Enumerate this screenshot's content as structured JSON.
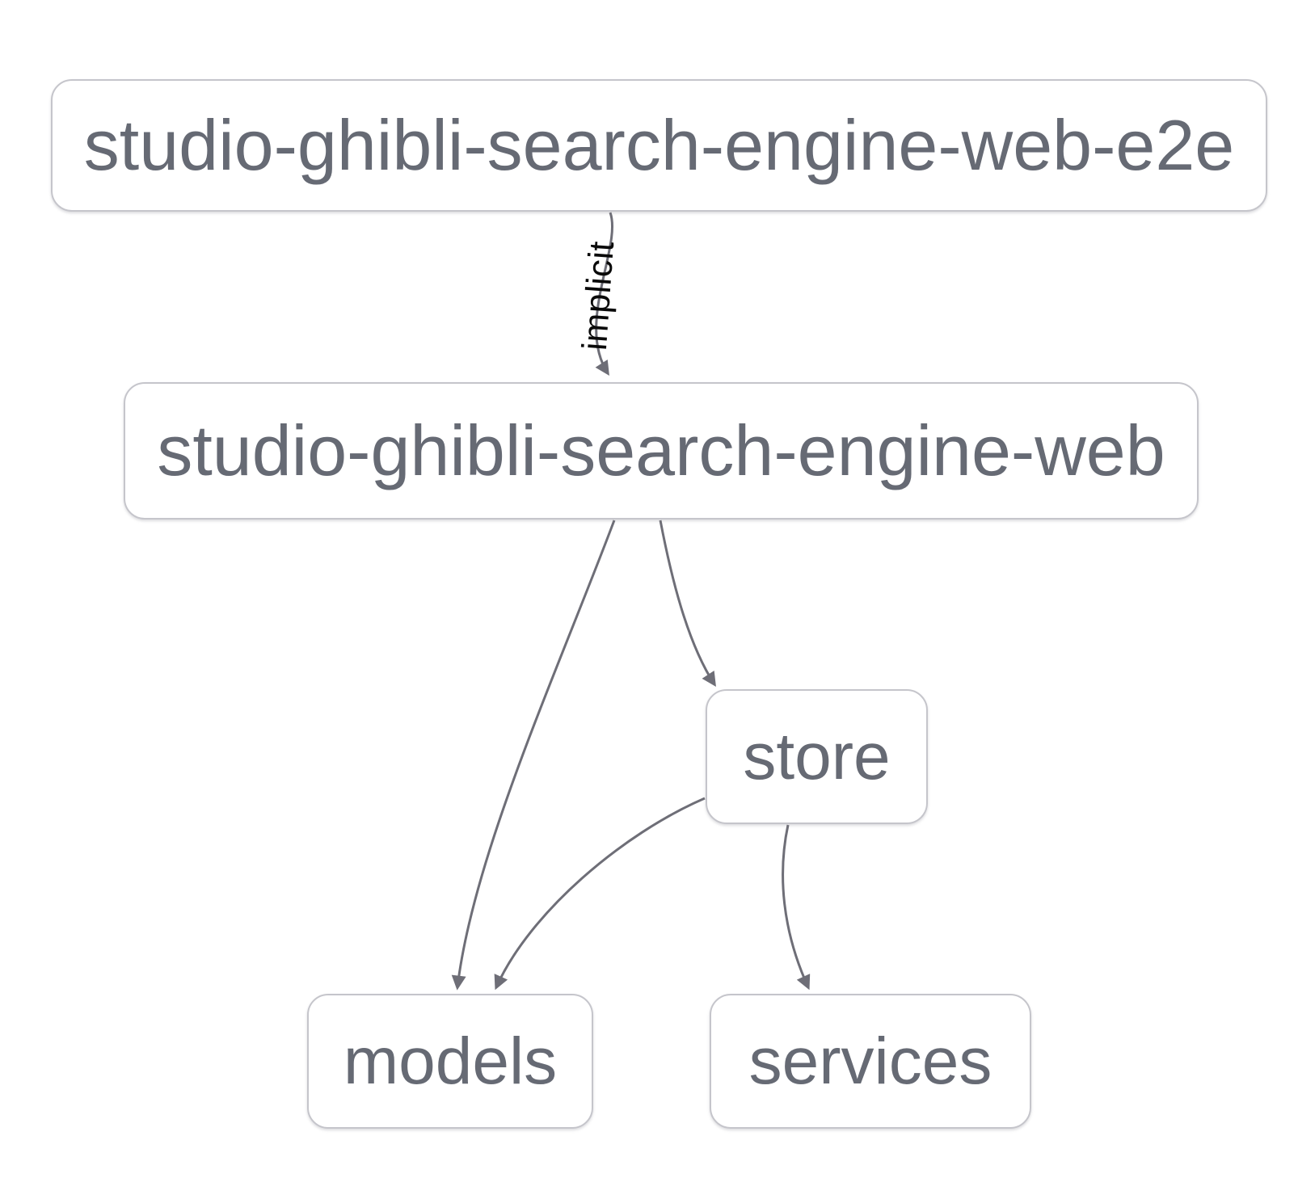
{
  "graph": {
    "nodes": [
      {
        "id": "studio-ghibli-search-engine-web-e2e",
        "label": "studio-ghibli-search-engine-web-e2e"
      },
      {
        "id": "studio-ghibli-search-engine-web",
        "label": "studio-ghibli-search-engine-web"
      },
      {
        "id": "store",
        "label": "store"
      },
      {
        "id": "models",
        "label": "models"
      },
      {
        "id": "services",
        "label": "services"
      }
    ],
    "edges": [
      {
        "from": "studio-ghibli-search-engine-web-e2e",
        "to": "studio-ghibli-search-engine-web",
        "label": "implicit"
      },
      {
        "from": "studio-ghibli-search-engine-web",
        "to": "models",
        "label": ""
      },
      {
        "from": "studio-ghibli-search-engine-web",
        "to": "store",
        "label": ""
      },
      {
        "from": "store",
        "to": "models",
        "label": ""
      },
      {
        "from": "store",
        "to": "services",
        "label": ""
      }
    ],
    "colors": {
      "background": "#ffffff",
      "node-fill": "#ffffff",
      "node-border": "#c5c5cb",
      "node-text": "#666a74",
      "edge": "#6e6e77",
      "edge-label": "#0a0a0a"
    }
  }
}
